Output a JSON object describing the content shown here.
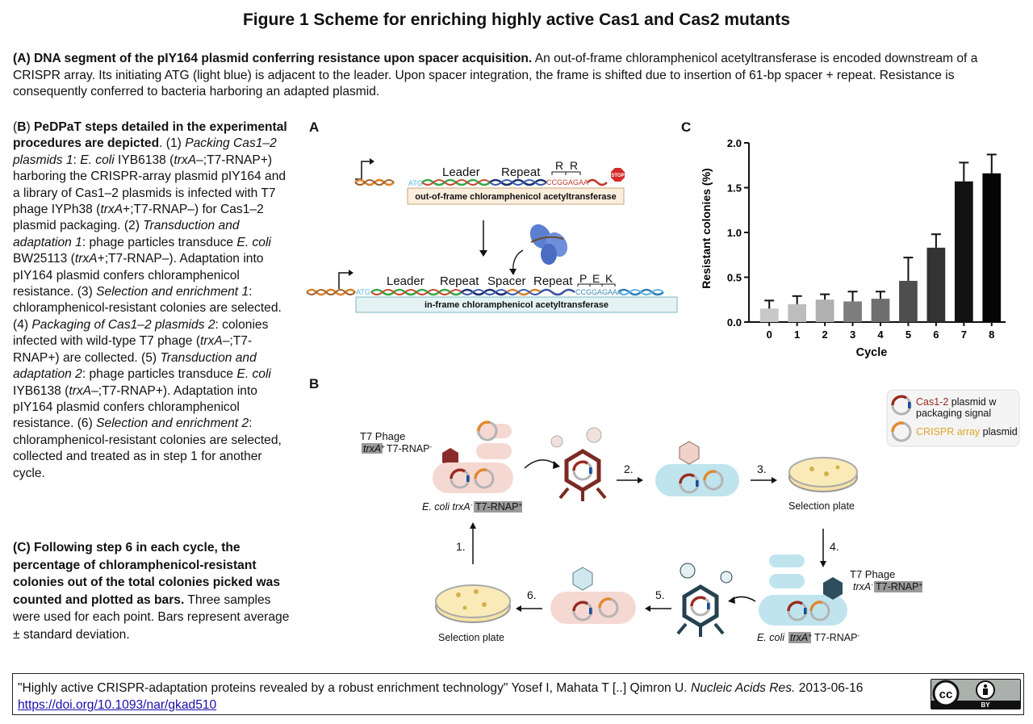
{
  "title": "Figure 1 Scheme for enriching highly active Cas1 and Cas2 mutants",
  "caption_a": {
    "bold": "(A) DNA segment of the pIY164 plasmid conferring resistance upon spacer acquisition.",
    "text": " An out-of-frame chloramphenicol acetyltransferase is encoded downstream of a CRISPR array. Its initiating ATG (light blue) is adjacent to the leader. Upon spacer integration, the frame is shifted due to insertion of 61-bp spacer + repeat. Resistance is consequently conferred to bacteria harboring an adapted plasmid."
  },
  "caption_b": {
    "open": "(",
    "letter": "B",
    "close": ") ",
    "bold": "PeDPaT steps detailed in the experimental procedures are depicted",
    "s1": ". (1) ",
    "i1": "Packing Cas1–2 plasmids 1",
    "s2": ": ",
    "i2": "E. coli",
    "s3": " IYB6138 (",
    "i3": "trxA",
    "s4": "–;T7-RNAP+) harboring the CRISPR-array plasmid pIY164 and a library of Cas1–2 plasmids is infected with T7 phage IYPh38 (",
    "i4": "trxA",
    "s5": "+;T7-RNAP–) for Cas1–2 plasmid packaging. (2) ",
    "i5": "Transduction and adaptation 1",
    "s6": ": phage particles transduce ",
    "i6": "E. coli",
    "s7": " BW25113 (",
    "i7": "trxA",
    "s8": "+;T7-RNAP–). Adaptation into pIY164 plasmid confers chloramphenicol resistance. (3) ",
    "i8": "Selection and enrichment 1",
    "s9": ": chloramphenicol-resistant colonies are selected. (4) ",
    "i9": "Packaging of Cas1–2 plasmids 2",
    "s10": ": colonies infected with wild-type T7 phage (",
    "i10": "trxA",
    "s11": "–;T7-RNAP+) are collected. (5) ",
    "i11": "Transduction and adaptation 2",
    "s12": ": phage particles transduce ",
    "i12": "E. coli",
    "s13": " IYB6138 (",
    "i13": "trxA",
    "s14": "–;T7-RNAP+). Adaptation into pIY164 plasmid confers chloramphenicol resistance. (6) ",
    "i14": "Selection and enrichment 2",
    "s15": ": chloramphenicol-resistant colonies are selected, collected and treated as in step 1 for another cycle."
  },
  "caption_c": {
    "bold": "(C) Following step 6 in each cycle, the percentage of chloramphenicol-resistant colonies out of the total colonies picked was counted and plotted as bars.",
    "text": " Three samples were used for each point. Bars represent average ± standard deviation."
  },
  "panel_a": {
    "letter": "A",
    "top": {
      "atg": "ATG",
      "leader": "Leader",
      "repeat": "Repeat",
      "r1": "R",
      "r2": "R",
      "seq": "CCGGAGAA",
      "stop": "STOP",
      "box": "out-of-frame chloramphenicol acetyltransferase"
    },
    "bottom": {
      "atg": "ATG",
      "leader": "Leader",
      "repeat1": "Repeat",
      "spacer": "Spacer",
      "repeat2": "Repeat",
      "p": "P",
      "e": "E",
      "k": "K",
      "seq": "CCGGAGAAA",
      "box": "in-frame chloramphenicol acetyltransferase"
    }
  },
  "panel_b": {
    "letter": "B",
    "legend": {
      "cas_red": "Cas1-2",
      "cas_rest": " plasmid w",
      "cas_line2": "packaging signal",
      "crispr_orange": "CRISPR array",
      "crispr_rest": " plasmid"
    },
    "t7_top": {
      "title": "T7 Phage",
      "trxa": "trxA",
      "sup1": "+",
      "rnap": "T7-RNAP",
      "sup2": "-"
    },
    "ecoli_top": {
      "ecoli": "E. coli",
      "trxa": "trxA",
      "sup1": "-",
      "rnap": "T7-RNAP",
      "sup2": "+"
    },
    "t7_right": {
      "title": "T7 Phage",
      "trxa": "trxA",
      "sup1": "-",
      "rnap": "T7-RNAP",
      "sup2": "+"
    },
    "ecoli_bottom": {
      "ecoli": "E. coli",
      "trxa": "trxA",
      "sup1": "+",
      "rnap": "T7-RNAP",
      "sup2": "-"
    },
    "plate_label_top": "Selection plate",
    "plate_label_bottom": "Selection plate",
    "steps": {
      "s1": "1.",
      "s2": "2.",
      "s3": "3.",
      "s4": "4.",
      "s5": "5.",
      "s6": "6."
    }
  },
  "panel_c_letter": "C",
  "chart_data": {
    "type": "bar",
    "categories": [
      "0",
      "1",
      "2",
      "3",
      "4",
      "5",
      "6",
      "7",
      "8"
    ],
    "values": [
      0.15,
      0.2,
      0.25,
      0.23,
      0.26,
      0.46,
      0.83,
      1.57,
      1.66
    ],
    "errors": [
      0.09,
      0.09,
      0.06,
      0.11,
      0.08,
      0.26,
      0.15,
      0.21,
      0.21
    ],
    "colors": [
      "#c8c8c8",
      "#bdbdbd",
      "#b0b0b0",
      "#7d7d7d",
      "#6e6e6e",
      "#4e4e4e",
      "#333333",
      "#111111",
      "#050505"
    ],
    "xlabel": "Cycle",
    "ylabel": "Resistant colonies (%)",
    "ylim": [
      0,
      2.0
    ],
    "yticks": [
      "0.0",
      "0.5",
      "1.0",
      "1.5",
      "2.0"
    ],
    "grid": false
  },
  "footer": {
    "quote": "\"Highly active CRISPR-adaptation proteins revealed by a robust enrichment technology\" Yosef I, Mahata T [..] Qimron U. ",
    "journal": "Nucleic Acids Res.",
    "date": " 2013-06-16",
    "link": "https://doi.org/10.1093/nar/gkad510",
    "license": "BY"
  }
}
